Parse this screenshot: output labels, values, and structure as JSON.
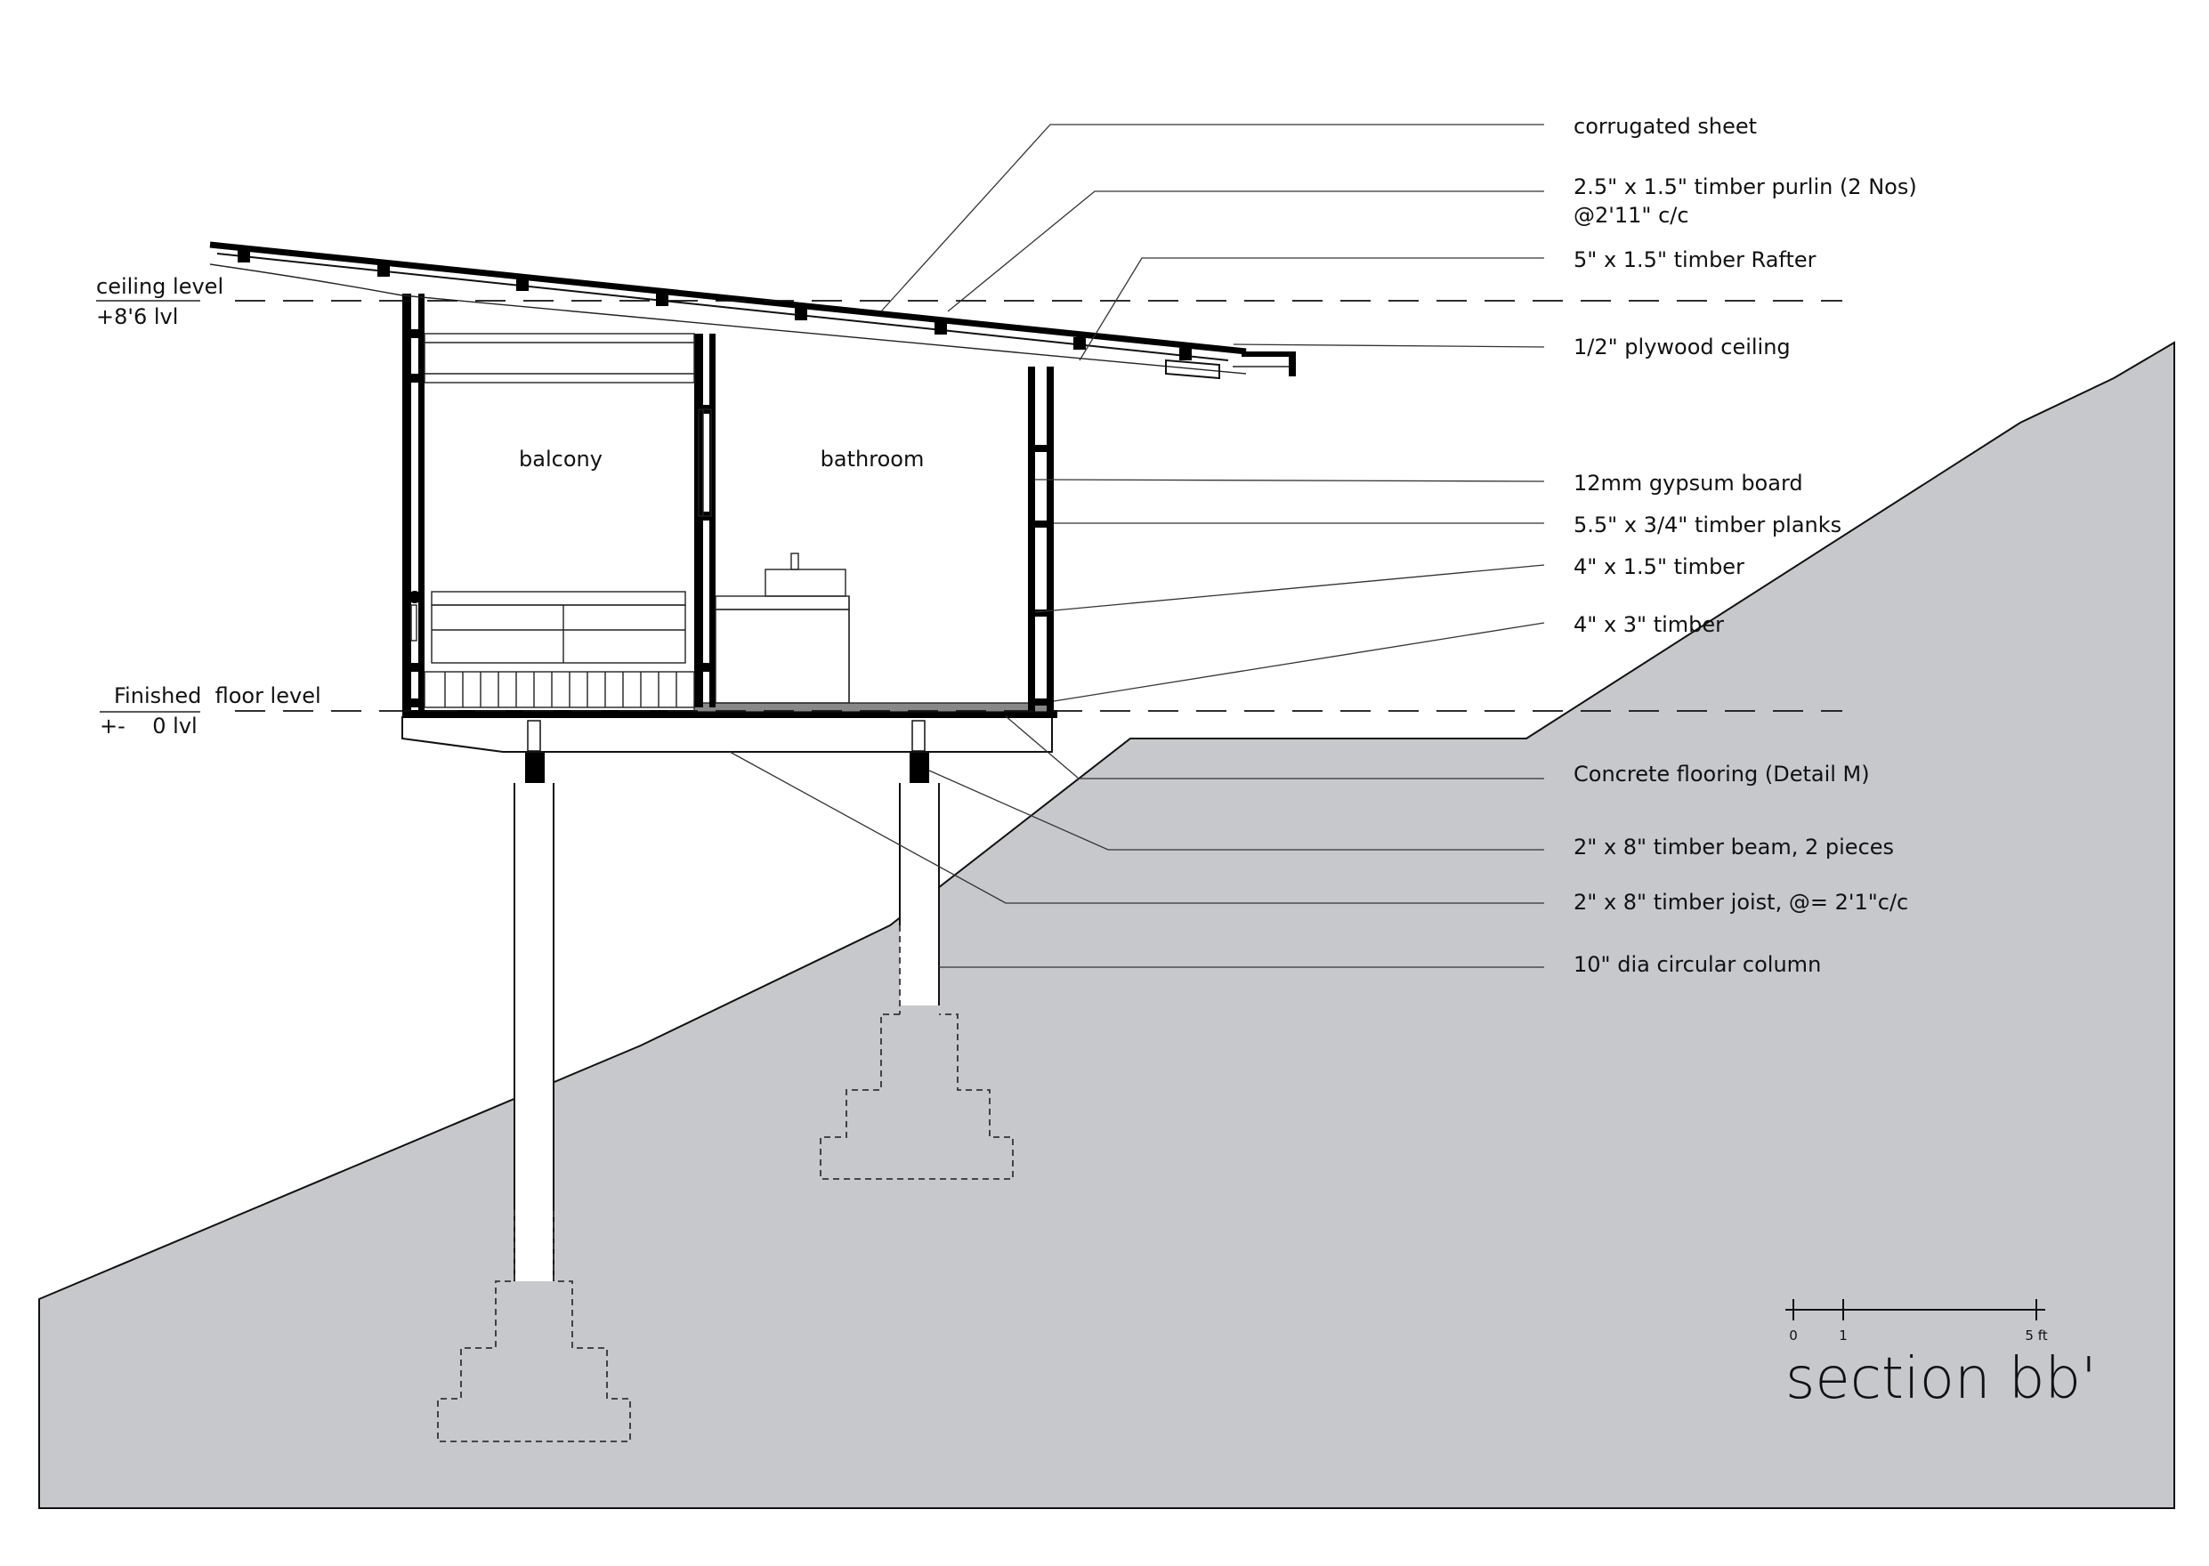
{
  "drawing": {
    "title": "section bb'",
    "rooms": {
      "balcony": "balcony",
      "bathroom": "bathroom"
    },
    "levels": {
      "ceiling_name": "ceiling level",
      "ceiling_value": "+8'6 lvl",
      "floor_name": "Finished  floor level",
      "floor_value": "+-    0 lvl"
    },
    "callouts": [
      {
        "id": "corrugated-sheet",
        "lines": [
          "corrugated sheet"
        ]
      },
      {
        "id": "timber-purlin",
        "lines": [
          "2.5\" x 1.5\" timber purlin (2 Nos)",
          "@2'11\" c/c"
        ]
      },
      {
        "id": "timber-rafter",
        "lines": [
          "5\" x 1.5\" timber Rafter"
        ]
      },
      {
        "id": "plywood-ceiling",
        "lines": [
          "1/2\" plywood ceiling"
        ]
      },
      {
        "id": "gypsum-board",
        "lines": [
          "12mm gypsum board"
        ]
      },
      {
        "id": "timber-planks",
        "lines": [
          "5.5\" x 3/4\" timber planks"
        ]
      },
      {
        "id": "timber-4x1-5",
        "lines": [
          "4\" x 1.5\" timber"
        ]
      },
      {
        "id": "timber-4x3",
        "lines": [
          "4\" x 3\" timber"
        ]
      },
      {
        "id": "concrete-flooring",
        "lines": [
          "Concrete flooring (Detail M)"
        ]
      },
      {
        "id": "timber-beam",
        "lines": [
          "2\" x 8\" timber beam, 2 pieces"
        ]
      },
      {
        "id": "timber-joist",
        "lines": [
          "2\" x 8\" timber joist, @= 2'1\"c/c"
        ]
      },
      {
        "id": "circular-column",
        "lines": [
          "10\" dia circular column"
        ]
      }
    ],
    "scale_bar": {
      "ticks": [
        "0",
        "1",
        "5 ft"
      ]
    },
    "colors": {
      "ground": "#c7c8cc",
      "line": "#111111",
      "background": "#ffffff"
    }
  }
}
